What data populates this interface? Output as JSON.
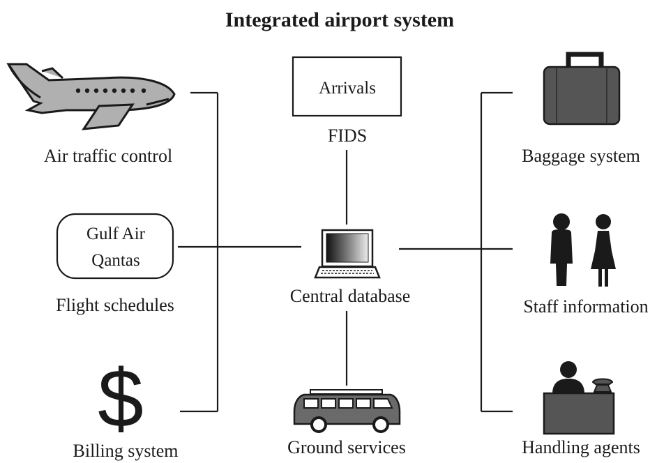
{
  "title": "Integrated airport system",
  "center": {
    "label": "Central database",
    "icon": "laptop-icon"
  },
  "nodes": {
    "air_traffic_control": {
      "label": "Air traffic control",
      "icon": "airplane-icon"
    },
    "flight_schedules": {
      "label": "Flight schedules",
      "box_lines": [
        "Gulf Air",
        "Qantas"
      ]
    },
    "billing_system": {
      "label": "Billing system",
      "icon": "dollar-sign-icon",
      "symbol": "$"
    },
    "fids": {
      "label": "FIDS",
      "box_text": "Arrivals"
    },
    "ground_services": {
      "label": "Ground services",
      "icon": "bus-icon"
    },
    "baggage_system": {
      "label": "Baggage system",
      "icon": "suitcase-icon"
    },
    "staff_information": {
      "label": "Staff information",
      "icon": "staff-people-icon"
    },
    "handling_agents": {
      "label": "Handling agents",
      "icon": "desk-agent-icon"
    }
  },
  "colors": {
    "line": "#1a1a1a",
    "icon_fill": "#555555",
    "icon_light": "#b0b0b0",
    "dark": "#222222"
  }
}
